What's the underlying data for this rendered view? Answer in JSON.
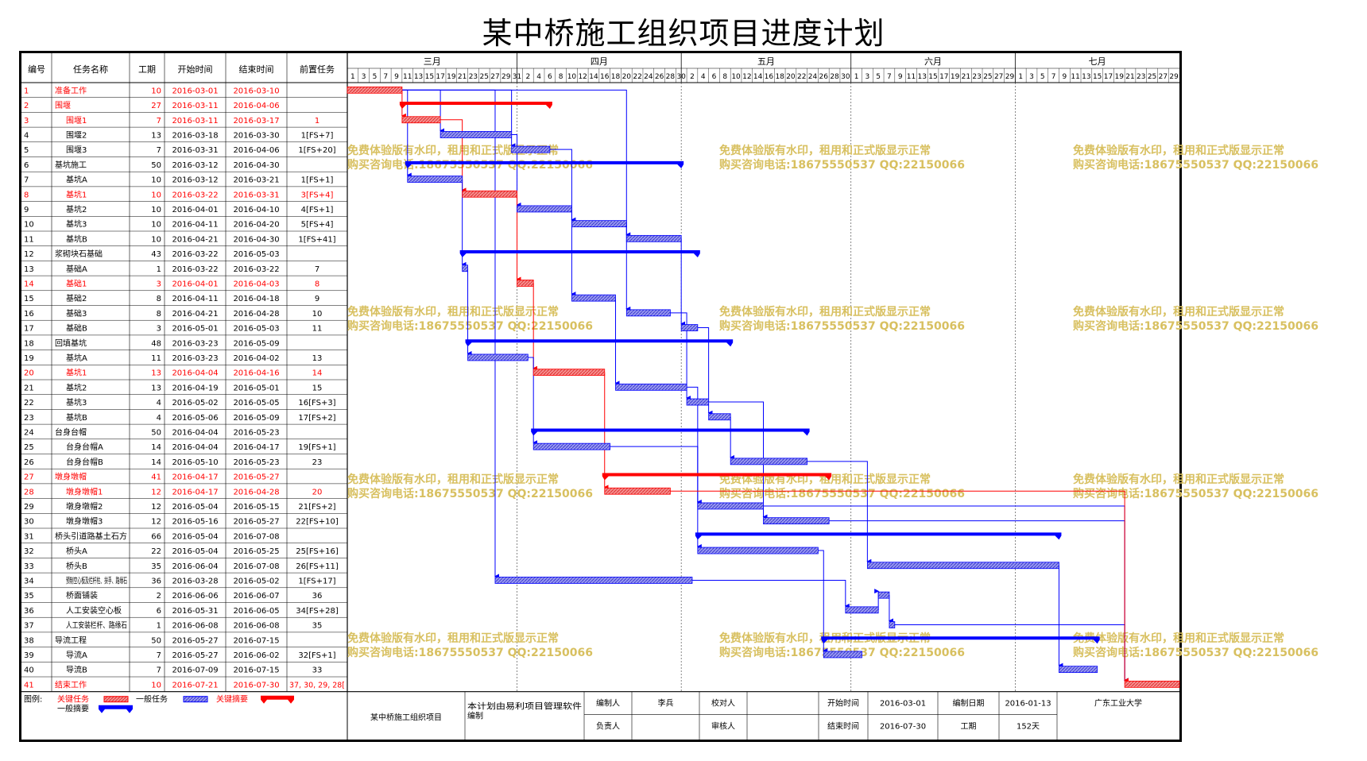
{
  "title": "某中桥施工组织项目进度计划",
  "columns": {
    "id": "编号",
    "name": "任务名称",
    "dur": "工期",
    "start": "开始时间",
    "end": "结束时间",
    "pred": "前置任务"
  },
  "months": [
    "三月",
    "四月",
    "五月",
    "六月",
    "七月"
  ],
  "day_labels": [
    [
      "1",
      "3",
      "5",
      "7",
      "9",
      "11",
      "13",
      "15",
      "17",
      "19",
      "21",
      "23",
      "25",
      "27",
      "29",
      "31"
    ],
    [
      "2",
      "4",
      "6",
      "8",
      "10",
      "12",
      "14",
      "16",
      "18",
      "20",
      "22",
      "24",
      "26",
      "28",
      "30"
    ],
    [
      "2",
      "4",
      "6",
      "8",
      "10",
      "12",
      "14",
      "16",
      "18",
      "20",
      "22",
      "24",
      "26",
      "28",
      "30"
    ],
    [
      "1",
      "3",
      "5",
      "7",
      "9",
      "11",
      "13",
      "15",
      "17",
      "19",
      "21",
      "23",
      "25",
      "27",
      "29"
    ],
    [
      "1",
      "3",
      "5",
      "7",
      "9",
      "11",
      "13",
      "15",
      "17",
      "19",
      "21",
      "23",
      "25",
      "27",
      "29"
    ]
  ],
  "tasks": [
    {
      "id": "1",
      "name": "准备工作",
      "dur": "10",
      "start": "2016-03-01",
      "end": "2016-03-10",
      "pred": "",
      "type": "crit",
      "s": 0,
      "d": 10
    },
    {
      "id": "2",
      "name": "围堰",
      "dur": "27",
      "start": "2016-03-11",
      "end": "2016-04-06",
      "pred": "",
      "type": "critsum",
      "s": 10,
      "d": 27
    },
    {
      "id": "3",
      "name": "围堰1",
      "dur": "7",
      "start": "2016-03-11",
      "end": "2016-03-17",
      "pred": "1",
      "type": "crit",
      "s": 10,
      "d": 7
    },
    {
      "id": "4",
      "name": "围堰2",
      "dur": "13",
      "start": "2016-03-18",
      "end": "2016-03-30",
      "pred": "1[FS+7]",
      "type": "norm",
      "s": 17,
      "d": 13
    },
    {
      "id": "5",
      "name": "围堰3",
      "dur": "7",
      "start": "2016-03-31",
      "end": "2016-04-06",
      "pred": "1[FS+20]",
      "type": "norm",
      "s": 30,
      "d": 7
    },
    {
      "id": "6",
      "name": "基坑施工",
      "dur": "50",
      "start": "2016-03-12",
      "end": "2016-04-30",
      "pred": "",
      "type": "sum",
      "s": 11,
      "d": 50
    },
    {
      "id": "7",
      "name": "基坑A",
      "dur": "10",
      "start": "2016-03-12",
      "end": "2016-03-21",
      "pred": "1[FS+1]",
      "type": "norm",
      "s": 11,
      "d": 10
    },
    {
      "id": "8",
      "name": "基坑1",
      "dur": "10",
      "start": "2016-03-22",
      "end": "2016-03-31",
      "pred": "3[FS+4]",
      "type": "crit",
      "s": 21,
      "d": 10
    },
    {
      "id": "9",
      "name": "基坑2",
      "dur": "10",
      "start": "2016-04-01",
      "end": "2016-04-10",
      "pred": "4[FS+1]",
      "type": "norm",
      "s": 31,
      "d": 10
    },
    {
      "id": "10",
      "name": "基坑3",
      "dur": "10",
      "start": "2016-04-11",
      "end": "2016-04-20",
      "pred": "5[FS+4]",
      "type": "norm",
      "s": 41,
      "d": 10
    },
    {
      "id": "11",
      "name": "基坑B",
      "dur": "10",
      "start": "2016-04-21",
      "end": "2016-04-30",
      "pred": "1[FS+41]",
      "type": "norm",
      "s": 51,
      "d": 10
    },
    {
      "id": "12",
      "name": "浆砌块石基础",
      "dur": "43",
      "start": "2016-03-22",
      "end": "2016-05-03",
      "pred": "",
      "type": "sum",
      "s": 21,
      "d": 43
    },
    {
      "id": "13",
      "name": "基础A",
      "dur": "1",
      "start": "2016-03-22",
      "end": "2016-03-22",
      "pred": "7",
      "type": "norm",
      "s": 21,
      "d": 1
    },
    {
      "id": "14",
      "name": "基础1",
      "dur": "3",
      "start": "2016-04-01",
      "end": "2016-04-03",
      "pred": "8",
      "type": "crit",
      "s": 31,
      "d": 3
    },
    {
      "id": "15",
      "name": "基础2",
      "dur": "8",
      "start": "2016-04-11",
      "end": "2016-04-18",
      "pred": "9",
      "type": "norm",
      "s": 41,
      "d": 8
    },
    {
      "id": "16",
      "name": "基础3",
      "dur": "8",
      "start": "2016-04-21",
      "end": "2016-04-28",
      "pred": "10",
      "type": "norm",
      "s": 51,
      "d": 8
    },
    {
      "id": "17",
      "name": "基础B",
      "dur": "3",
      "start": "2016-05-01",
      "end": "2016-05-03",
      "pred": "11",
      "type": "norm",
      "s": 61,
      "d": 3
    },
    {
      "id": "18",
      "name": "回填基坑",
      "dur": "48",
      "start": "2016-03-23",
      "end": "2016-05-09",
      "pred": "",
      "type": "sum",
      "s": 22,
      "d": 48
    },
    {
      "id": "19",
      "name": "基坑A",
      "dur": "11",
      "start": "2016-03-23",
      "end": "2016-04-02",
      "pred": "13",
      "type": "norm",
      "s": 22,
      "d": 11
    },
    {
      "id": "20",
      "name": "基坑1",
      "dur": "13",
      "start": "2016-04-04",
      "end": "2016-04-16",
      "pred": "14",
      "type": "crit",
      "s": 34,
      "d": 13
    },
    {
      "id": "21",
      "name": "基坑2",
      "dur": "13",
      "start": "2016-04-19",
      "end": "2016-05-01",
      "pred": "15",
      "type": "norm",
      "s": 49,
      "d": 13
    },
    {
      "id": "22",
      "name": "基坑3",
      "dur": "4",
      "start": "2016-05-02",
      "end": "2016-05-05",
      "pred": "16[FS+3]",
      "type": "norm",
      "s": 62,
      "d": 4
    },
    {
      "id": "23",
      "name": "基坑B",
      "dur": "4",
      "start": "2016-05-06",
      "end": "2016-05-09",
      "pred": "17[FS+2]",
      "type": "norm",
      "s": 66,
      "d": 4
    },
    {
      "id": "24",
      "name": "台身台帽",
      "dur": "50",
      "start": "2016-04-04",
      "end": "2016-05-23",
      "pred": "",
      "type": "sum",
      "s": 34,
      "d": 50
    },
    {
      "id": "25",
      "name": "台身台帽A",
      "dur": "14",
      "start": "2016-04-04",
      "end": "2016-04-17",
      "pred": "19[FS+1]",
      "type": "norm",
      "s": 34,
      "d": 14
    },
    {
      "id": "26",
      "name": "台身台帽B",
      "dur": "14",
      "start": "2016-05-10",
      "end": "2016-05-23",
      "pred": "23",
      "type": "norm",
      "s": 70,
      "d": 14
    },
    {
      "id": "27",
      "name": "墩身墩帽",
      "dur": "41",
      "start": "2016-04-17",
      "end": "2016-05-27",
      "pred": "",
      "type": "critsum",
      "s": 47,
      "d": 41
    },
    {
      "id": "28",
      "name": "墩身墩帽1",
      "dur": "12",
      "start": "2016-04-17",
      "end": "2016-04-28",
      "pred": "20",
      "type": "crit",
      "s": 47,
      "d": 12
    },
    {
      "id": "29",
      "name": "墩身墩帽2",
      "dur": "12",
      "start": "2016-05-04",
      "end": "2016-05-15",
      "pred": "21[FS+2]",
      "type": "norm",
      "s": 64,
      "d": 12
    },
    {
      "id": "30",
      "name": "墩身墩帽3",
      "dur": "12",
      "start": "2016-05-16",
      "end": "2016-05-27",
      "pred": "22[FS+10]",
      "type": "norm",
      "s": 76,
      "d": 12
    },
    {
      "id": "31",
      "name": "桥头引道路基土石方",
      "dur": "66",
      "start": "2016-05-04",
      "end": "2016-07-08",
      "pred": "",
      "type": "sum",
      "s": 64,
      "d": 66
    },
    {
      "id": "32",
      "name": "桥头A",
      "dur": "22",
      "start": "2016-05-04",
      "end": "2016-05-25",
      "pred": "25[FS+16]",
      "type": "norm",
      "s": 64,
      "d": 22
    },
    {
      "id": "33",
      "name": "桥头B",
      "dur": "35",
      "start": "2016-06-04",
      "end": "2016-07-08",
      "pred": "26[FS+11]",
      "type": "norm",
      "s": 95,
      "d": 35
    },
    {
      "id": "34",
      "name": "预制空心板及栏杆柱、扶手、路缘石",
      "dur": "36",
      "start": "2016-03-28",
      "end": "2016-05-02",
      "pred": "1[FS+17]",
      "type": "norm",
      "s": 27,
      "d": 36
    },
    {
      "id": "35",
      "name": "桥面铺装",
      "dur": "2",
      "start": "2016-06-06",
      "end": "2016-06-07",
      "pred": "36",
      "type": "norm",
      "s": 97,
      "d": 2
    },
    {
      "id": "36",
      "name": "人工安装空心板",
      "dur": "6",
      "start": "2016-05-31",
      "end": "2016-06-05",
      "pred": "34[FS+28]",
      "type": "norm",
      "s": 91,
      "d": 6
    },
    {
      "id": "37",
      "name": "人工安装栏杆、路缘石",
      "dur": "1",
      "start": "2016-06-08",
      "end": "2016-06-08",
      "pred": "35",
      "type": "norm",
      "s": 99,
      "d": 1
    },
    {
      "id": "38",
      "name": "导流工程",
      "dur": "50",
      "start": "2016-05-27",
      "end": "2016-07-15",
      "pred": "",
      "type": "sum",
      "s": 87,
      "d": 50
    },
    {
      "id": "39",
      "name": "导流A",
      "dur": "7",
      "start": "2016-05-27",
      "end": "2016-06-02",
      "pred": "32[FS+1]",
      "type": "norm",
      "s": 87,
      "d": 7
    },
    {
      "id": "40",
      "name": "导流B",
      "dur": "7",
      "start": "2016-07-09",
      "end": "2016-07-15",
      "pred": "33",
      "type": "norm",
      "s": 130,
      "d": 7
    },
    {
      "id": "41",
      "name": "结束工作",
      "dur": "10",
      "start": "2016-07-21",
      "end": "2016-07-30",
      "pred": "37, 30, 29, 28[",
      "type": "crit",
      "s": 142,
      "d": 10
    }
  ],
  "links": [
    [
      1,
      3
    ],
    [
      1,
      4
    ],
    [
      1,
      5
    ],
    [
      1,
      7
    ],
    [
      1,
      11
    ],
    [
      1,
      34
    ],
    [
      3,
      8
    ],
    [
      4,
      9
    ],
    [
      5,
      10
    ],
    [
      7,
      13
    ],
    [
      8,
      14
    ],
    [
      9,
      15
    ],
    [
      10,
      16
    ],
    [
      11,
      17
    ],
    [
      13,
      19
    ],
    [
      14,
      20
    ],
    [
      15,
      21
    ],
    [
      16,
      22
    ],
    [
      17,
      23
    ],
    [
      19,
      25
    ],
    [
      20,
      28
    ],
    [
      21,
      29
    ],
    [
      22,
      30
    ],
    [
      23,
      26
    ],
    [
      25,
      32
    ],
    [
      26,
      33
    ],
    [
      32,
      39
    ],
    [
      33,
      40
    ],
    [
      34,
      36
    ],
    [
      36,
      35
    ],
    [
      35,
      37
    ],
    [
      37,
      41
    ],
    [
      30,
      41
    ],
    [
      29,
      41
    ],
    [
      28,
      41
    ]
  ],
  "watermark": {
    "line1": "免费体验版有水印，租用和正式版显示正常",
    "line2": "购买咨询电话:18675550537 QQ:22150066",
    "color": "#d8c060"
  },
  "legend": {
    "label": "图例:",
    "critical": "关键任务",
    "normal": "一般任务",
    "critical_summary": "关键摘要",
    "normal_summary": "一般摘要"
  },
  "footer": {
    "project": "某中桥施工组织项目",
    "software": "本计划由易利项目管理软件编制",
    "editor_label": "编制人",
    "editor": "李兵",
    "checker_label": "校对人",
    "checker": "",
    "manager_label": "负责人",
    "manager": "",
    "reviewer_label": "审核人",
    "reviewer": "",
    "start_label": "开始时间",
    "start": "2016-03-01",
    "end_label": "结束时间",
    "end": "2016-07-30",
    "date_label": "编制日期",
    "date": "2016-01-13",
    "dur_label": "工期",
    "dur": "152天",
    "org": "广东工业大学"
  },
  "colors": {
    "critical": "#ff0000",
    "critical_fill": "#f08080",
    "normal": "#0000ff",
    "normal_fill": "#8a8ae6",
    "task_text_red": "#ff0000"
  }
}
